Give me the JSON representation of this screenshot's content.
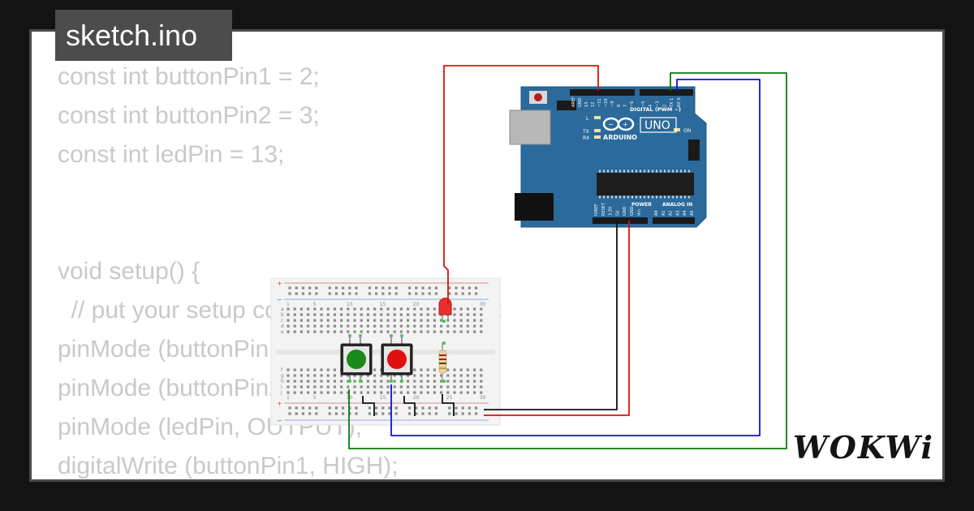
{
  "title": "sketch.ino",
  "code_lines": [
    "const int buttonPin1 = 2;",
    "const int buttonPin2 = 3;",
    "const int ledPin = 13;",
    "",
    "",
    "void setup() {",
    "  // put your setup code here, to run once:",
    "pinMode (buttonPin1, INPUT_PULLUP);",
    "pinMode (buttonPin2, INPUT_PULLUP);",
    "pinMode (ledPin, OUTPUT);",
    "digitalWrite (buttonPin1, HIGH);"
  ],
  "board": {
    "model": "UNO",
    "brand": "ARDUINO",
    "digital_label": "DIGITAL (PWM ~)",
    "power_label": "POWER",
    "analog_label": "ANALOG IN",
    "on_label": "ON",
    "l_label": "L",
    "tx_label": "TX",
    "rx_label": "RX",
    "top_pins": [
      "AREF",
      "GND",
      "13",
      "12",
      "~11",
      "~10",
      "~9",
      "8",
      "7",
      "~6",
      "~5",
      "4",
      "~3",
      "2",
      "TX 1",
      "RX 0"
    ],
    "power_pins": [
      "IOREF",
      "RESET",
      "3.3V",
      "5V",
      "GND",
      "GND",
      "Vin"
    ],
    "analog_pins": [
      "A0",
      "A1",
      "A2",
      "A3",
      "A4",
      "A5"
    ]
  },
  "breadboard": {
    "column_numbers": [
      "1",
      "5",
      "10",
      "15",
      "20",
      "25",
      "30"
    ],
    "row_letters_top": [
      "a",
      "b",
      "c",
      "d",
      "e"
    ],
    "row_letters_bottom": [
      "f",
      "g",
      "h",
      "i",
      "j"
    ]
  },
  "components": {
    "button_green_color": "#1a8a1a",
    "button_red_color": "#e01010",
    "led_color": "#e83030"
  },
  "wire_colors": {
    "red": "#e01010",
    "black": "#111111",
    "blue": "#1010e0",
    "green": "#0a7a0a"
  },
  "board_color": "#2b6a9b",
  "logo": "WOKWi"
}
